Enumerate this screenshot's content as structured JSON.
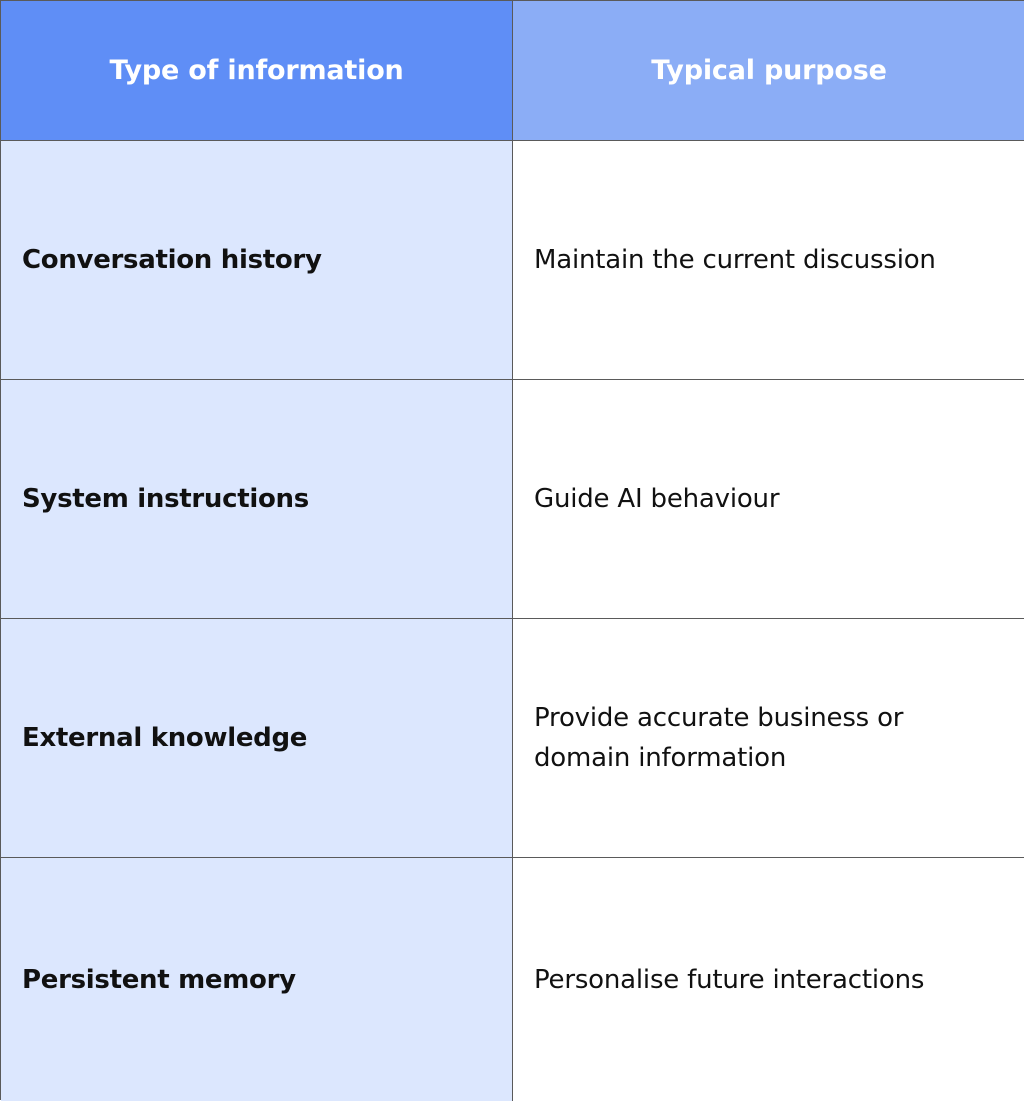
{
  "table": {
    "headers": [
      "Type of information",
      "Typical purpose"
    ],
    "rows": [
      {
        "type": "Conversation history",
        "purpose": "Maintain the current discussion"
      },
      {
        "type": "System instructions",
        "purpose": "Guide AI behaviour"
      },
      {
        "type": "External knowledge",
        "purpose": "Provide accurate business or domain information"
      },
      {
        "type": "Persistent memory",
        "purpose": "Personalise future interactions"
      }
    ]
  },
  "colors": {
    "header_col1": "#5f8ef6",
    "header_col2": "#8badf6",
    "body_col1": "#dce7fe",
    "body_col2": "#ffffff",
    "border": "#5a5a5a"
  }
}
